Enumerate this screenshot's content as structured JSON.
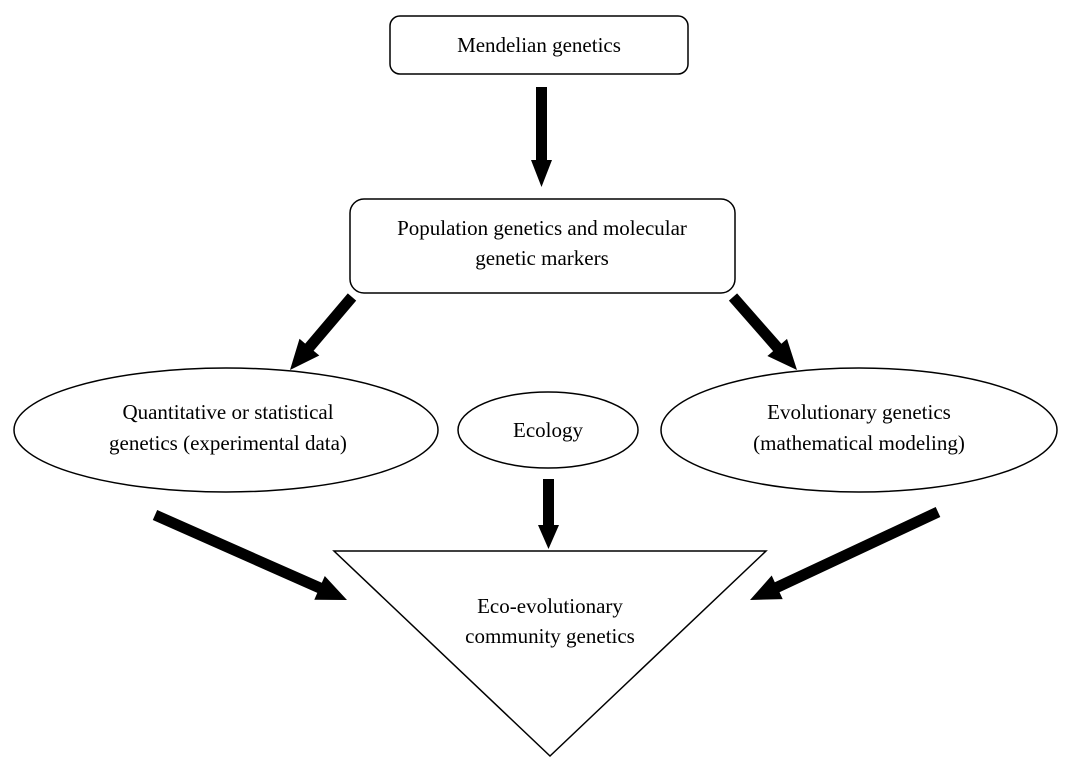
{
  "colors": {
    "stroke": "#000000",
    "fill": "#ffffff",
    "text": "#000000",
    "arrow": "#000000"
  },
  "nodes": {
    "mendelian": {
      "lines": [
        "Mendelian genetics"
      ]
    },
    "population": {
      "lines": [
        "Population genetics and molecular",
        "genetic markers"
      ]
    },
    "quantitative": {
      "lines": [
        "Quantitative or statistical",
        "genetics (experimental data)"
      ]
    },
    "ecology": {
      "lines": [
        "Ecology"
      ]
    },
    "evolutionary": {
      "lines": [
        "Evolutionary genetics",
        "(mathematical modeling)"
      ]
    },
    "eco_evolutionary": {
      "lines": [
        "Eco-evolutionary",
        "community genetics"
      ]
    }
  },
  "edges": [
    {
      "from": "mendelian",
      "to": "population"
    },
    {
      "from": "population",
      "to": "quantitative"
    },
    {
      "from": "population",
      "to": "evolutionary"
    },
    {
      "from": "quantitative",
      "to": "eco_evolutionary"
    },
    {
      "from": "ecology",
      "to": "eco_evolutionary"
    },
    {
      "from": "evolutionary",
      "to": "eco_evolutionary"
    }
  ]
}
